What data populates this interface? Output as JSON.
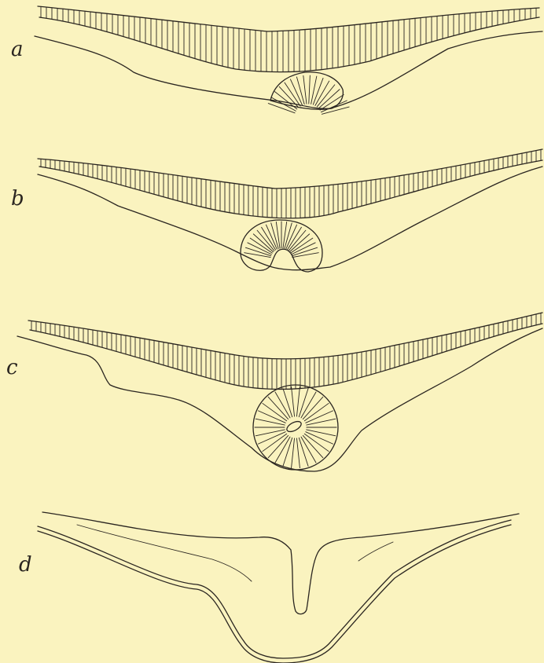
{
  "figure": {
    "colors": {
      "paper": "#faf3bf",
      "ink": "#2a2520"
    },
    "panels": [
      {
        "label": "a"
      },
      {
        "label": "b"
      },
      {
        "label": "c"
      },
      {
        "label": "d"
      }
    ]
  }
}
